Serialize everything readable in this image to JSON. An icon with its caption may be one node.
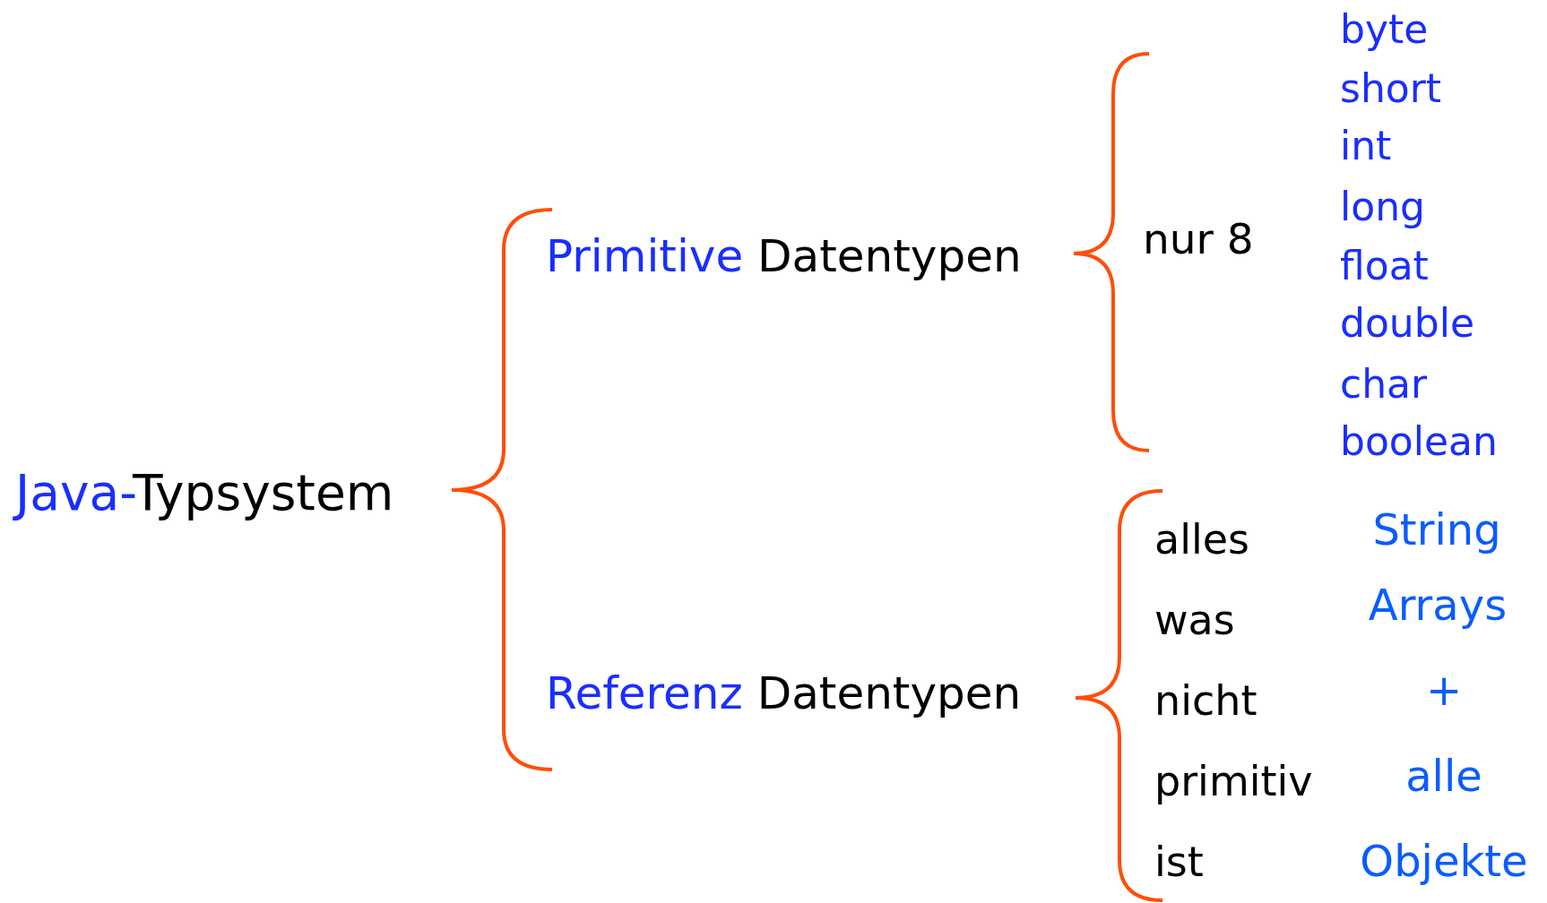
{
  "diagram": {
    "labels": [
      "Java-Typsystem",
      "Primitive Datentypen",
      "nur 8",
      "byte",
      "short",
      "int",
      "long",
      "float",
      "double",
      "char",
      "boolean",
      "Referenz Datentypen",
      "alles was nicht primitiv ist",
      "String",
      "Arrays",
      "+",
      "alle Objekte"
    ]
  }
}
